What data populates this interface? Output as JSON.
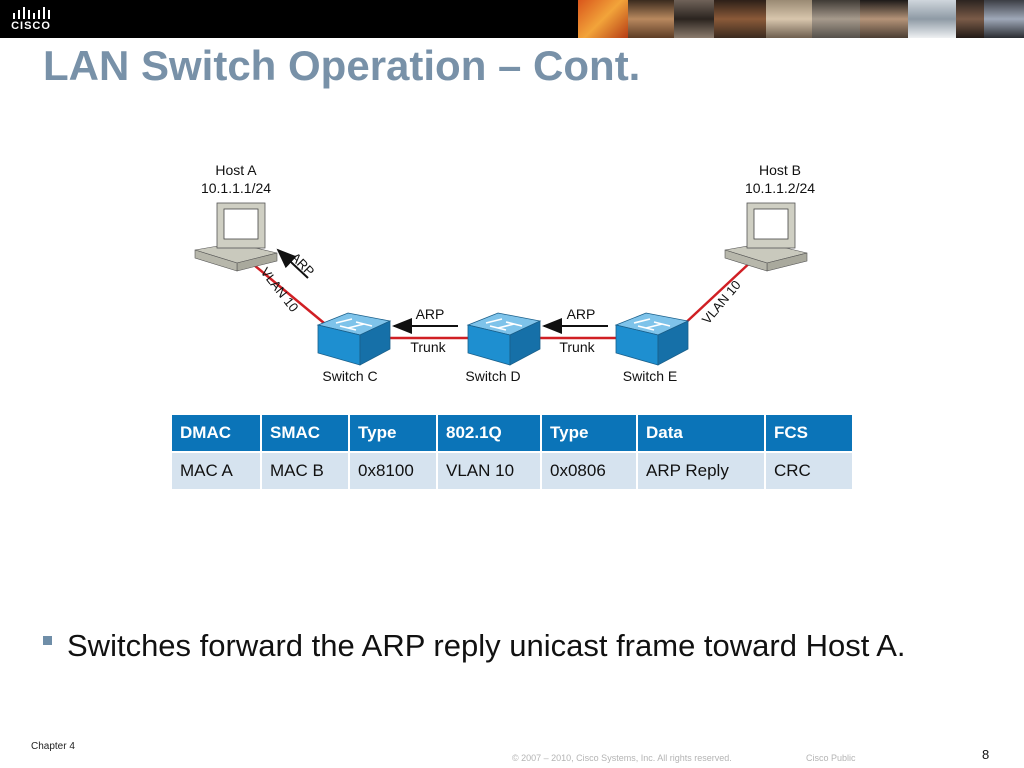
{
  "header": {
    "logo_text": "CISCO"
  },
  "slide": {
    "title": "LAN Switch Operation – Cont."
  },
  "diagram": {
    "host_a": {
      "name": "Host A",
      "ip": "10.1.1.1/24"
    },
    "host_b": {
      "name": "Host B",
      "ip": "10.1.1.2/24"
    },
    "switches": [
      "Switch C",
      "Switch D",
      "Switch E"
    ],
    "link_left": "VLAN 10",
    "link_right": "VLAN 10",
    "trunk_cd": "Trunk",
    "trunk_de": "Trunk",
    "arp_to_host": "ARP",
    "arp_cd": "ARP",
    "arp_de": "ARP"
  },
  "frame_table": {
    "headers": [
      "DMAC",
      "SMAC",
      "Type",
      "802.1Q",
      "Type",
      "Data",
      "FCS"
    ],
    "values": [
      "MAC A",
      "MAC B",
      "0x8100",
      "VLAN 10",
      "0x0806",
      "ARP Reply",
      "CRC"
    ]
  },
  "body": {
    "bullet": "Switches forward the ARP reply unicast frame toward Host A."
  },
  "footer": {
    "chapter": "Chapter 4",
    "copyright": "© 2007 – 2010, Cisco Systems, Inc. All rights reserved.",
    "classification": "Cisco Public",
    "page_number": "8"
  },
  "colors": {
    "title": "#7891a8",
    "table_header": "#0b74b8",
    "table_cell": "#d6e3ef",
    "link_red": "#d01f24",
    "switch_blue": "#1e8fd0"
  }
}
